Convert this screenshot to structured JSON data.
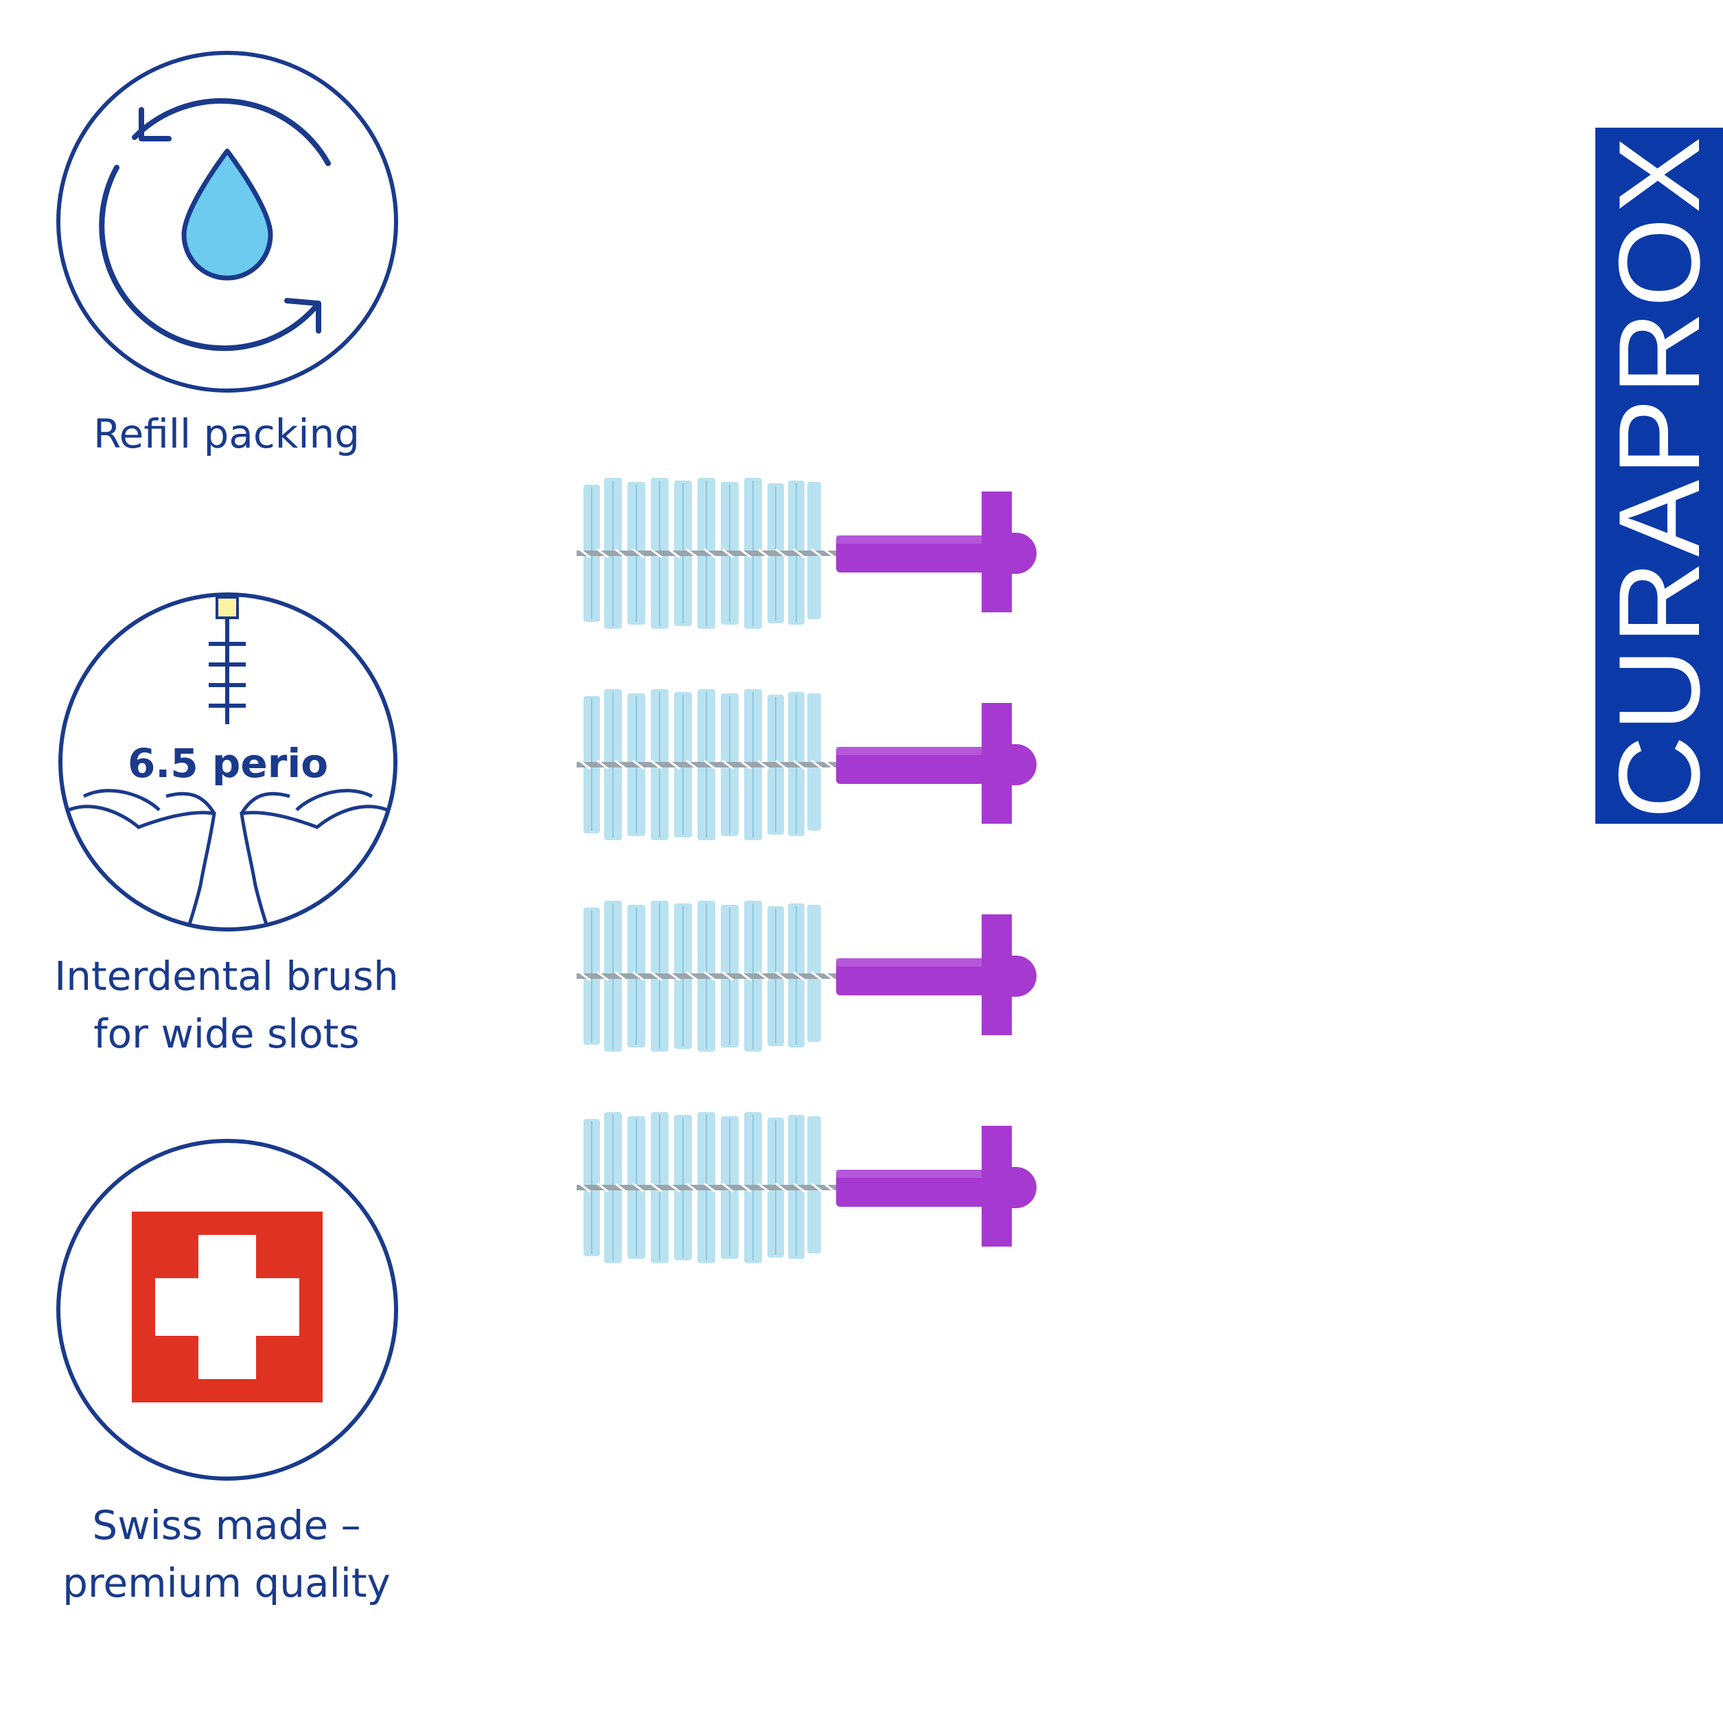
{
  "features": [
    {
      "id": "refill",
      "label_lines": [
        "Refill packing"
      ],
      "icon": "refill-drop-icon"
    },
    {
      "id": "interdental",
      "label_lines": [
        "Interdental brush",
        "for wide slots"
      ],
      "icon": "interdental-brush-icon",
      "badge": "6.5 perio"
    },
    {
      "id": "swiss",
      "label_lines": [
        "Swiss made –",
        "premium quality"
      ],
      "icon": "swiss-flag-icon"
    }
  ],
  "brand": {
    "name": "CURAPROX"
  },
  "product": {
    "brush_count": 4
  },
  "colors": {
    "navy": "#1a3a8c",
    "brand_blue": "#0b3aa8",
    "drop": "#6dcbef",
    "bristle": "#b9e2f0",
    "handle": "#a63ad0",
    "swiss_red": "#e03222"
  }
}
